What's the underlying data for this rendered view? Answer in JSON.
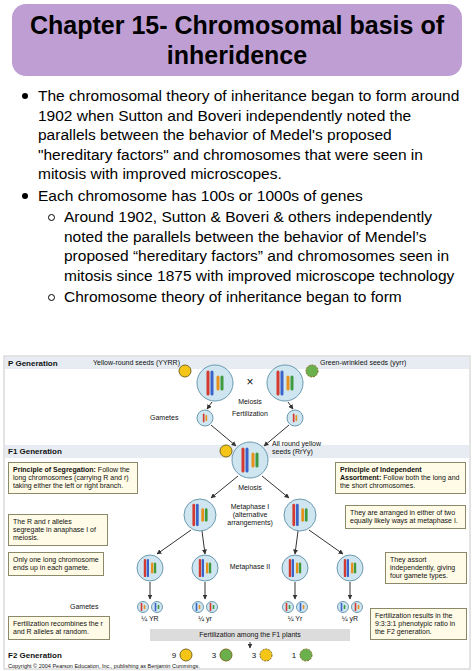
{
  "diagram": {
    "title": "Chapter 15- Chromosomal basis of inheridence",
    "nodes": [
      {
        "text": [
          "Principle of Segregation:",
          "Follow the long chromosomes (carrying R and r) taking either the left or right branch."
        ]
      },
      {
        "text": [
          "Principle of Independent Assortment:",
          "Follow both the long and the short chromosomes."
        ]
      },
      {
        "text": [
          "The R and r alleles segregate in anaphase I of meiosis."
        ]
      },
      {
        "text": [
          "They are arranged in either of two equally likely ways at metaphase I."
        ]
      },
      {
        "text": [
          "Only one long chromosome ends up in each gamete."
        ]
      },
      {
        "text": [
          "They assort independently, giving four gamete types."
        ]
      },
      {
        "text": [
          "Fertilization recombines the r and R alleles at random."
        ]
      },
      {
        "text": [
          "Fertilization results in the 9:3:3:1 phenotypic ratio in the F2 generation."
        ]
      }
    ],
    "labels": [
      "The chromosomal theory of inheritance began to form around 1902 when Sutton and Boveri independently noted the parallels between the behavior of Medel's proposed \"hereditary factors\" and chromosomes that were seen in mitosis with improved microscopes.",
      "Each chromosome has 100s or 1000s of genes",
      "Around 1902, Sutton & Boveri & others independently noted the parallels between the behavior of Mendel’s proposed “hereditary factors” and chromosomes seen in mitosis since 1875 with improved microscope technology",
      "Chromosome theory of inheritance began to form",
      "P Generation",
      "Yellow-round seeds (YYRR)",
      "Green-wrinkled seeds (yyrr)",
      "×",
      "Meiosis",
      "Fertilization",
      "Gametes",
      "F1 Generation",
      "All round yellow seeds (RrYy)",
      "Meiosis",
      "Metaphase I (alternative arrangements)",
      "Metaphase II",
      "Gametes",
      "¼ YR",
      "¼ yr",
      "¼ Yr",
      "¼ yR",
      "Fertilization among the F1 plants",
      "9",
      "3",
      "3",
      "1",
      "F2 Generation",
      "Copyright © 2004 Pearson Education, Inc., publishing as Benjamin Cummings."
    ]
  }
}
